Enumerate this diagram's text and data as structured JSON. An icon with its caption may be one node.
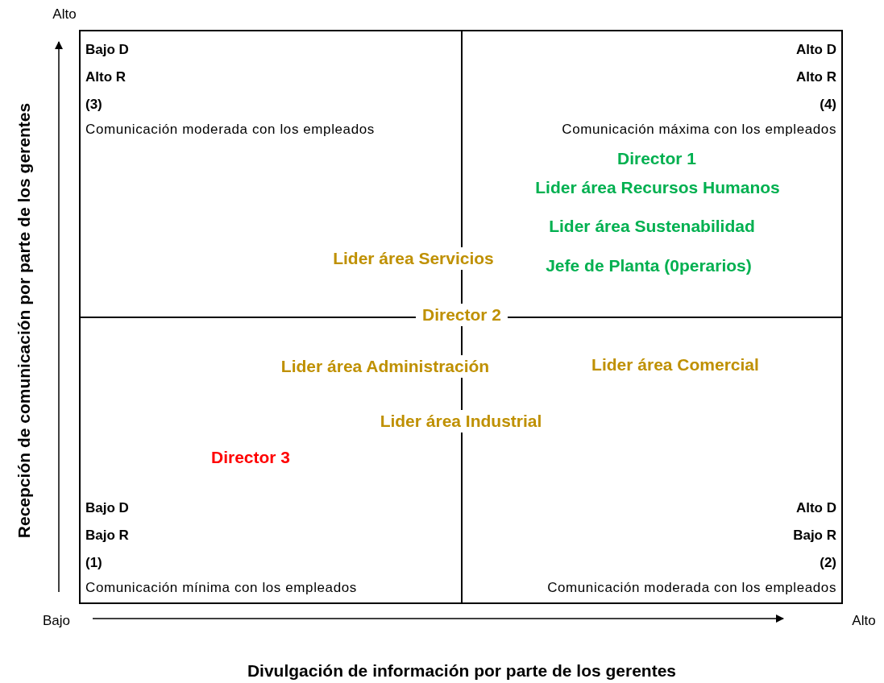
{
  "diagram": {
    "nodes": [
      {
        "text": [
          "Bajo D",
          "Alto R",
          "(3)",
          "Comunicación moderada con los empleados"
        ]
      },
      {
        "text": [
          "Alto D",
          "Alto R",
          "(4)",
          "Comunicación máxima con los empleados"
        ]
      },
      {
        "text": [
          "Bajo D",
          "Bajo R",
          "(1)",
          "Comunicación mínima con los empleados"
        ]
      },
      {
        "text": [
          "Alto D",
          "Bajo R",
          "(2)",
          "Comunicación moderada con los empleados"
        ]
      }
    ],
    "edges": [],
    "labels": [
      "Alto",
      "Director 1",
      "Lider área Recursos Humanos",
      "Lider área Sustenabilidad",
      "Lider área Servicios",
      "Jefe de Planta (0perarios)",
      "Director 2",
      "Lider área Administración",
      "Lider área Comercial",
      "Lider área Industrial",
      "Director 3",
      "Recepción de comunicación por parte de los gerentes",
      "Bajo",
      "Alto",
      "Divulgación de información por parte de los gerentes"
    ]
  }
}
